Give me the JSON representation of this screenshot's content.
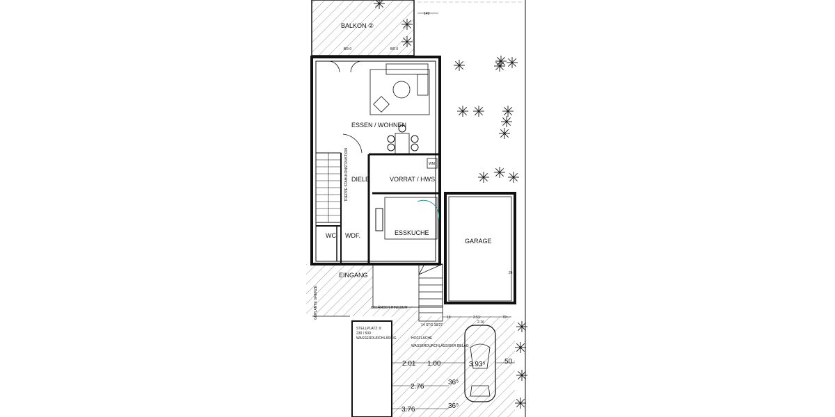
{
  "plan": {
    "rooms": {
      "balkon": "BALKON ②",
      "essen_wohnen": "ESSEN / WOHNEN",
      "diele": "DIELE",
      "vorrat": "VORRAT / HWS",
      "wm": "WM",
      "wc": "WC",
      "wdf": "WDF.",
      "esskueche": "ESSKUCHE",
      "garage": "GARAGE",
      "eingang": "EINGANG"
    },
    "notes": {
      "br1": "BR 0",
      "br2": "BR 0",
      "treppe": "TREPPE STAHLKONSTRUKTION",
      "grenze": "GEPLANTE GRENZE",
      "gelaender": "GELÄNDER RINGSUM",
      "stg": "14 STG 18/27",
      "stellplatz_title": "STELLPLATZ ②",
      "stellplatz_size": "230 / 500",
      "stellplatz_surface": "WASSERDURCHLÄSSIG",
      "hof_title": "HOFFLÄCHE",
      "hof_surface": "WASSERDURCHLÄSSIGER BELAG"
    },
    "dimensions": {
      "d149": "149",
      "d15": "15",
      "d251": "2.51",
      "d705": "70⁵",
      "d216": "2.16",
      "d24": "24",
      "d201": "2.01",
      "d100": "1.00",
      "d3935": "3.93⁵",
      "d50": "50",
      "d276": "2.76",
      "d365a": "36⁵",
      "d376": "3.76",
      "d365b": "36⁵"
    },
    "colors": {
      "line": "#111111",
      "accent": "#2a9d8f"
    }
  }
}
